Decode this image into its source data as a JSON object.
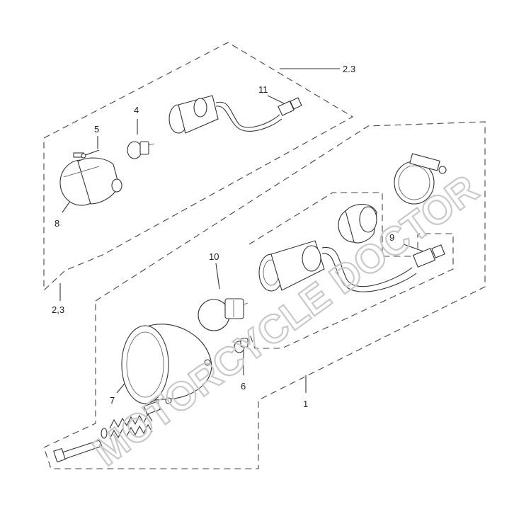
{
  "callouts": {
    "c1": "1",
    "c2_3_top": "2.3",
    "c2_3_left": "2,3",
    "c4": "4",
    "c5": "5",
    "c6": "6",
    "c7": "7",
    "c8": "8",
    "c9": "9",
    "c10": "10",
    "c11": "11"
  },
  "watermark": "MOTORCYCLE DOCTOR",
  "colors": {
    "line": "#333333",
    "watermark": "#c9c9c9",
    "background": "#ffffff"
  }
}
